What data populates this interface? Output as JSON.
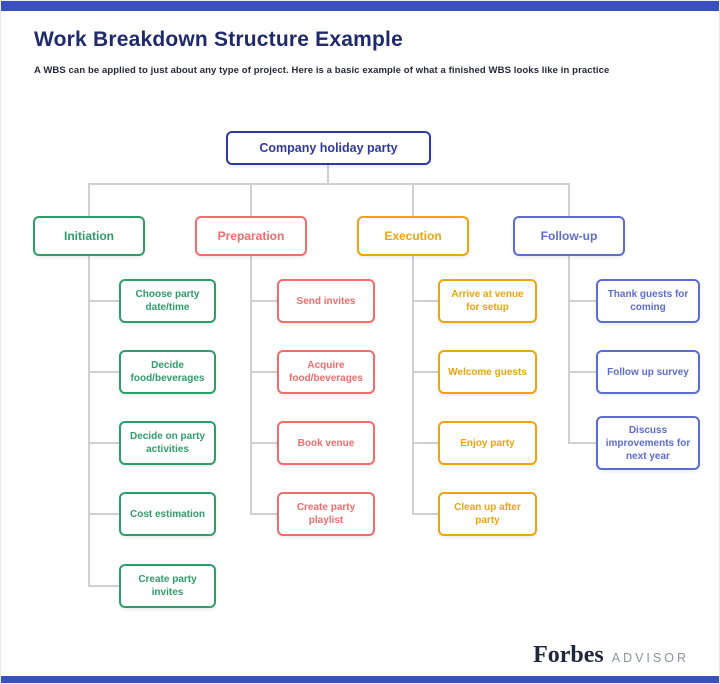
{
  "page": {
    "title": "Work Breakdown Structure Example",
    "subtitle": "A WBS can be applied to just about any type of project. Here is a basic example of what a finished WBS looks like in practice"
  },
  "colors": {
    "accent": "#3a4fc1",
    "heading": "#1e2a6d",
    "root_color": "#2e3a9f",
    "initiation": "#2e9e69",
    "preparation": "#f26c6c",
    "execution": "#f0a40c",
    "followup": "#5c6cd2",
    "connector": "#cfcfd4",
    "footer_brand": "#202840",
    "footer_suffix": "#8d929e"
  },
  "tree": {
    "root": {
      "label": "Company holiday party"
    },
    "branches": [
      {
        "label": "Initiation",
        "children": [
          {
            "label": "Choose party date/time"
          },
          {
            "label": "Decide food/beverages"
          },
          {
            "label": "Decide on party activities"
          },
          {
            "label": "Cost estimation"
          },
          {
            "label": "Create party invites"
          }
        ]
      },
      {
        "label": "Preparation",
        "children": [
          {
            "label": "Send invites"
          },
          {
            "label": "Acquire food/beverages"
          },
          {
            "label": "Book venue"
          },
          {
            "label": "Create party playlist"
          }
        ]
      },
      {
        "label": "Execution",
        "children": [
          {
            "label": "Arrive at venue for setup"
          },
          {
            "label": "Welcome guests"
          },
          {
            "label": "Enjoy party"
          },
          {
            "label": "Clean up after party"
          }
        ]
      },
      {
        "label": "Follow-up",
        "children": [
          {
            "label": "Thank guests for coming"
          },
          {
            "label": "Follow up survey"
          },
          {
            "label": "Discuss improvements for next year"
          }
        ]
      }
    ]
  },
  "footer": {
    "brand": "Forbes",
    "suffix": "ADVISOR"
  }
}
